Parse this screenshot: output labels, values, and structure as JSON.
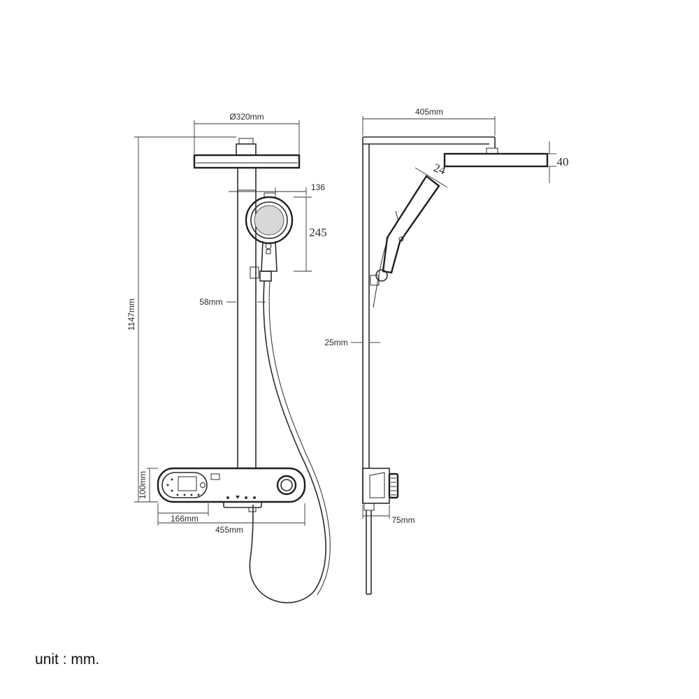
{
  "front_view": {
    "dim_head_diameter": "Ø320mm",
    "dim_hand_shower_depth": "136",
    "dim_hand_shower_height": "245",
    "dim_rail_offset": "58mm",
    "dim_total_height": "1147mm",
    "dim_panel_height": "100mm",
    "dim_panel_tray_width": "166mm",
    "dim_panel_width": "455mm"
  },
  "side_view": {
    "dim_arm_length": "405mm",
    "dim_head_thickness": "40",
    "dim_hand_angle": "24",
    "dim_rail_diameter": "25mm",
    "dim_panel_depth": "75mm"
  },
  "footer": {
    "unit_label": "unit : mm."
  }
}
